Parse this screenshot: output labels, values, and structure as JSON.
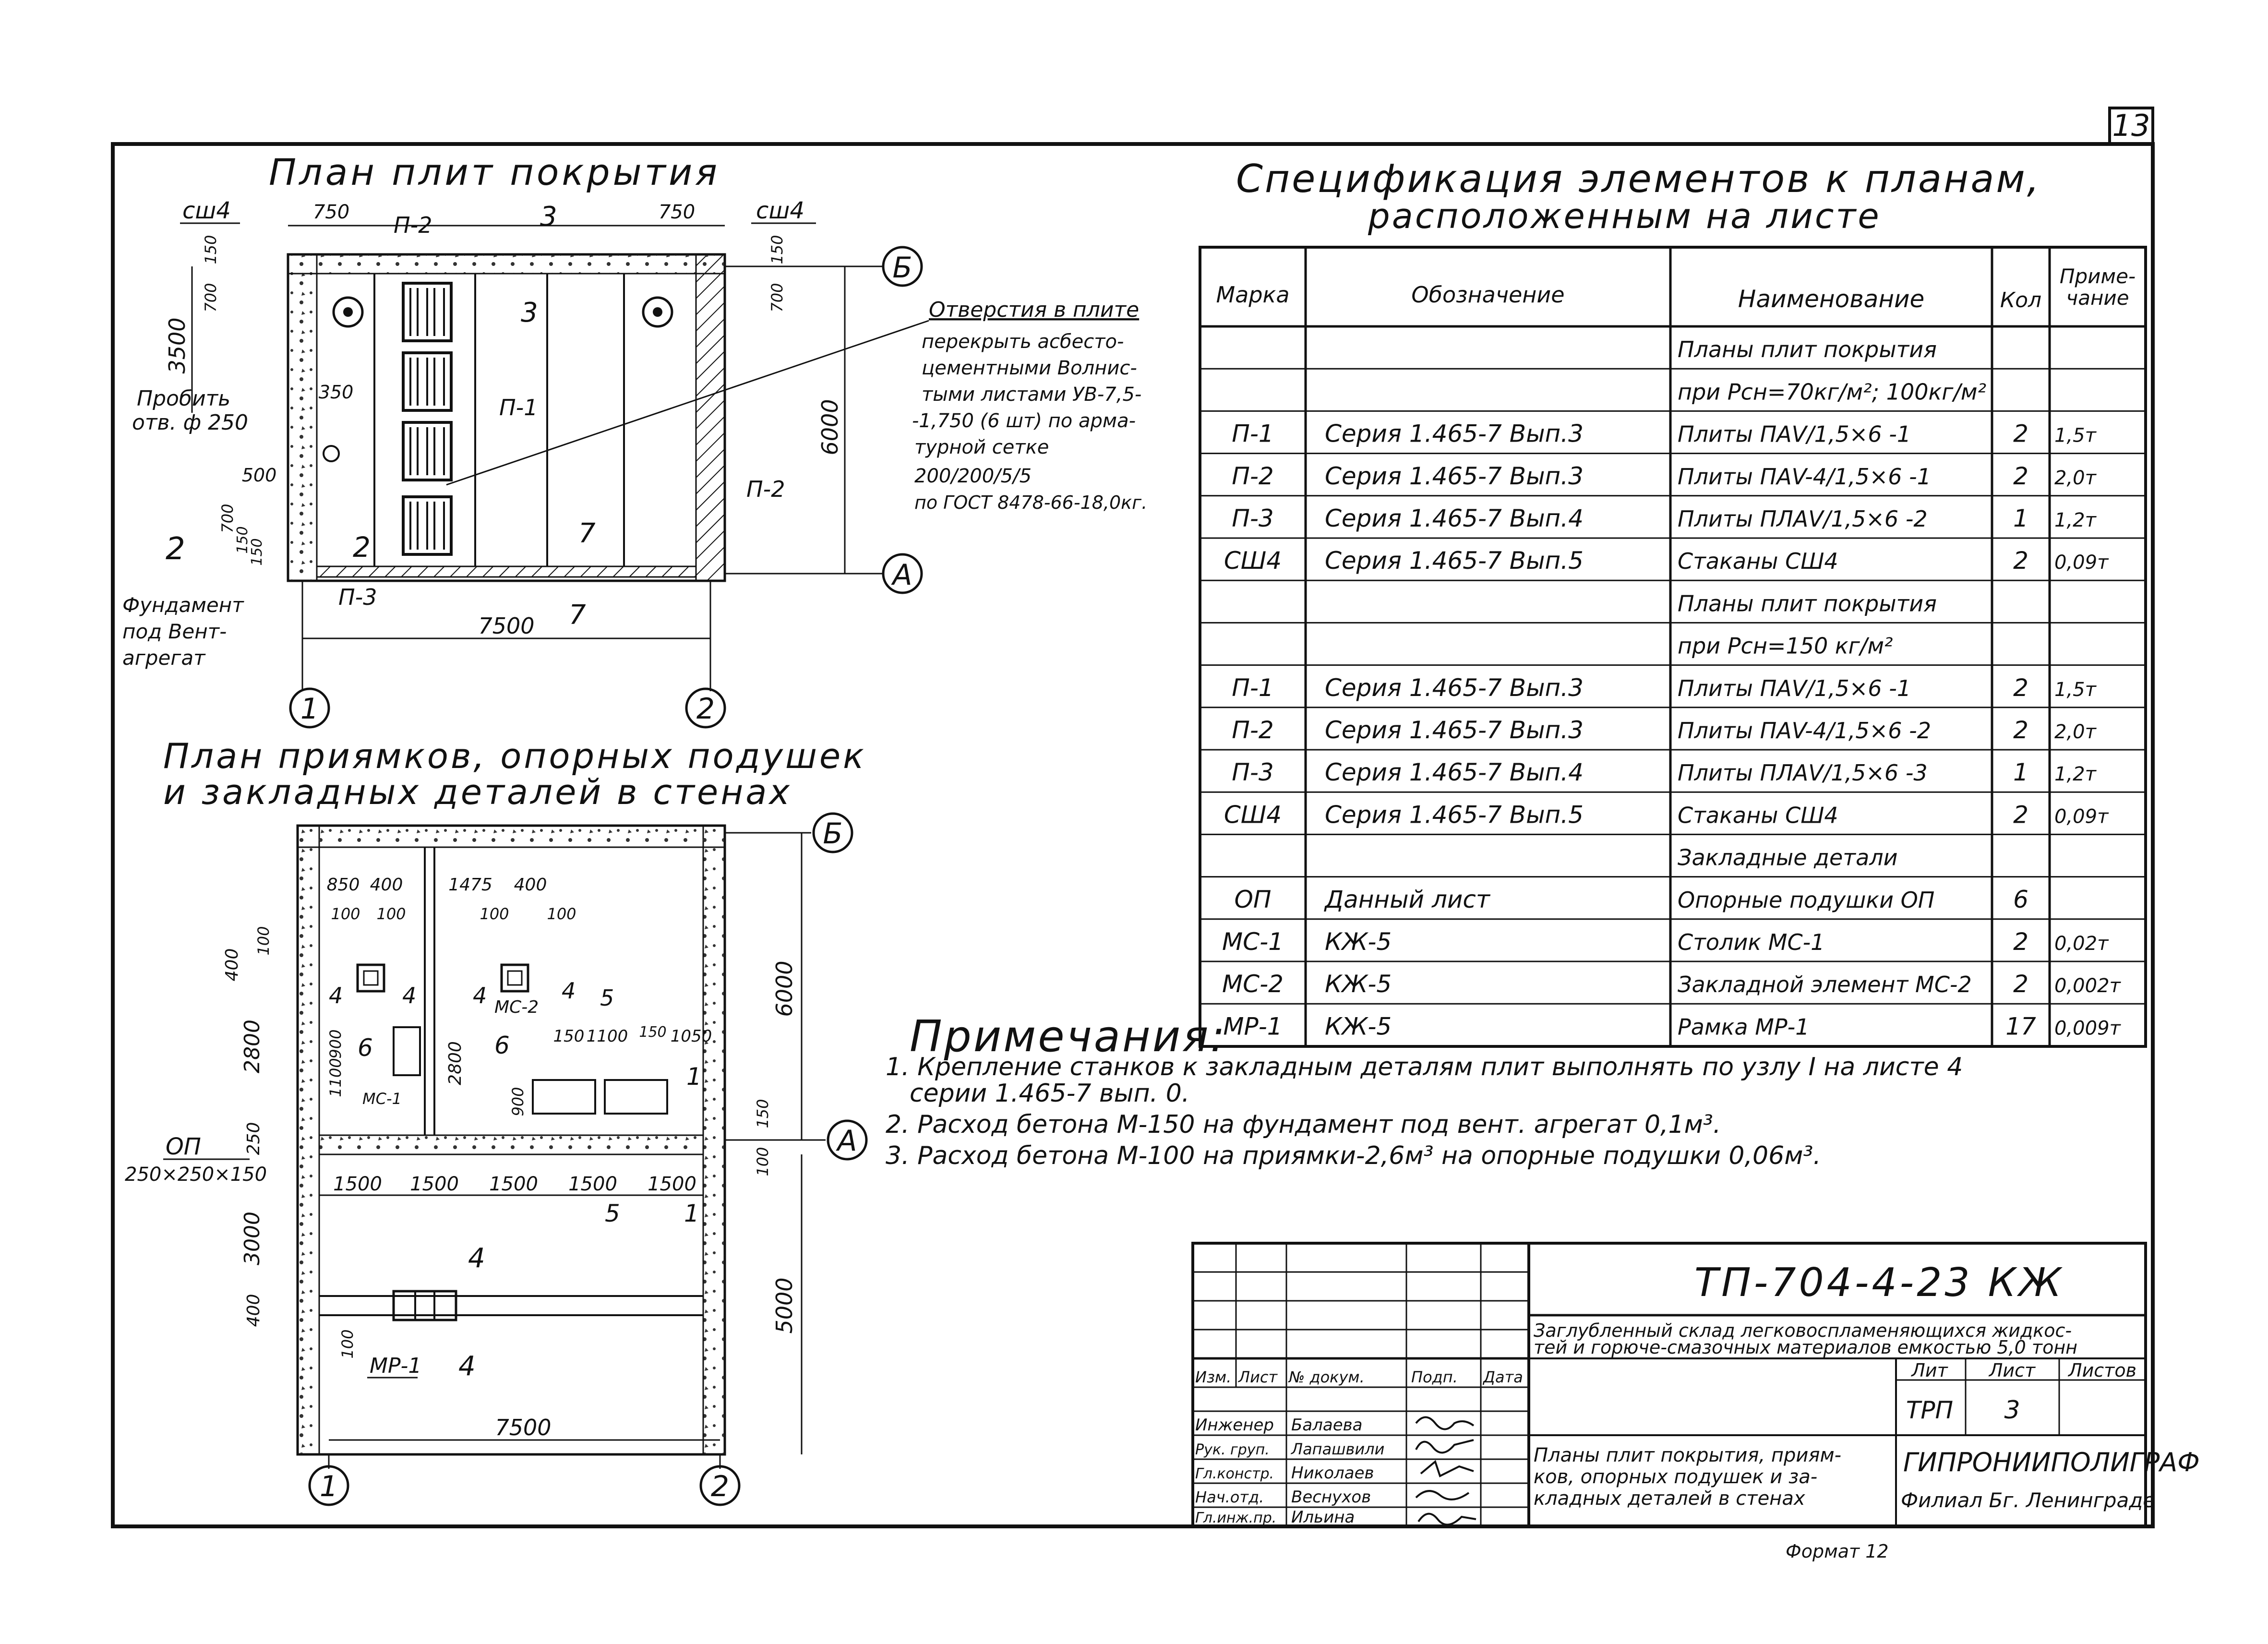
{
  "sheet_number": "13",
  "plan1": {
    "title": "План плит покрытия",
    "axis_labels": {
      "b": "Б",
      "a": "А",
      "one": "1",
      "two": "2"
    },
    "dims": {
      "width": "7500",
      "height": "6000",
      "left": "3500",
      "d750a": "750",
      "d750b": "750",
      "d150a": "150",
      "d150b": "150",
      "d700a": "700",
      "d700b": "700",
      "d350": "350",
      "d500": "500",
      "d700c": "700",
      "d150c": "150",
      "d150d": "150"
    },
    "labels": {
      "csh4_left": "сш4",
      "csh4_right": "сш4",
      "p2_top": "П-2",
      "p1": "П-1",
      "p2_right": "П-2",
      "p3": "П-3",
      "cut3": "3",
      "cut7": "7",
      "cut2": "2"
    },
    "hole_note": {
      "title": "Отверстия в плите",
      "lines": [
        "перекрыть асбесто-",
        "цементными Волнис-",
        "тыми листами УВ-7,5-",
        "-1,750 (6 шт) по арма-",
        "турной сетке",
        "200/200/5/5",
        "по ГОСТ 8478-66-18,0кг."
      ]
    },
    "probit": [
      "Пробить",
      "отв. ф 250"
    ],
    "foundation": [
      "Фундамент",
      "под Вент-",
      "агрегат"
    ]
  },
  "plan2": {
    "title_lines": [
      "План приямков, опорных подушек",
      "и закладных деталей в стенах"
    ],
    "dims": {
      "width": "7500",
      "d6000": "6000",
      "d5000": "5000",
      "d2800": "2800",
      "d3000": "3000",
      "d250": "250",
      "d400": "400",
      "d100": "100",
      "d850": "850",
      "d400a": "400",
      "d1475": "1475",
      "d400b": "400",
      "d1100": "1100",
      "d900": "900",
      "d150": "150",
      "d1050": "1050",
      "seg": [
        "1500",
        "1500",
        "1500",
        "1500",
        "1500"
      ]
    },
    "labels": {
      "op": "ОП",
      "op_size": "250×250×150",
      "mc1": "МС-1",
      "mc2": "МС-2",
      "mp1": "МР-1",
      "c4": "4",
      "c5": "5",
      "c6": "6",
      "c1": "1"
    }
  },
  "spec": {
    "title_lines": [
      "Спецификация элементов к планам,",
      "расположенным на листе"
    ],
    "headers": [
      "Марка",
      "Обозначение",
      "Наименование",
      "Кол",
      "Приме-",
      "чание"
    ],
    "rows": [
      {
        "mark": "",
        "designation": "",
        "name": "Планы плит покрытия",
        "qty": "",
        "note": ""
      },
      {
        "mark": "",
        "designation": "",
        "name": "при Рсн=70кг/м²; 100кг/м²",
        "qty": "",
        "note": ""
      },
      {
        "mark": "П-1",
        "designation": "Серия 1.465-7 Вып.3",
        "name": "Плиты ПАV/1,5×6 -1",
        "qty": "2",
        "note": "1,5т"
      },
      {
        "mark": "П-2",
        "designation": "Серия 1.465-7 Вып.3",
        "name": "Плиты ПАV-4/1,5×6 -1",
        "qty": "2",
        "note": "2,0т"
      },
      {
        "mark": "П-3",
        "designation": "Серия 1.465-7 Вып.4",
        "name": "Плиты ПЛАV/1,5×6 -2",
        "qty": "1",
        "note": "1,2т"
      },
      {
        "mark": "СШ4",
        "designation": "Серия 1.465-7 Вып.5",
        "name": "Стаканы СШ4",
        "qty": "2",
        "note": "0,09т"
      },
      {
        "mark": "",
        "designation": "",
        "name": "Планы плит покрытия",
        "qty": "",
        "note": ""
      },
      {
        "mark": "",
        "designation": "",
        "name": "при Рсн=150 кг/м²",
        "qty": "",
        "note": ""
      },
      {
        "mark": "П-1",
        "designation": "Серия 1.465-7 Вып.3",
        "name": "Плиты ПАV/1,5×6 -1",
        "qty": "2",
        "note": "1,5т"
      },
      {
        "mark": "П-2",
        "designation": "Серия 1.465-7 Вып.3",
        "name": "Плиты ПАV-4/1,5×6 -2",
        "qty": "2",
        "note": "2,0т"
      },
      {
        "mark": "П-3",
        "designation": "Серия 1.465-7 Вып.4",
        "name": "Плиты ПЛАV/1,5×6 -3",
        "qty": "1",
        "note": "1,2т"
      },
      {
        "mark": "СШ4",
        "designation": "Серия 1.465-7 Вып.5",
        "name": "Стаканы СШ4",
        "qty": "2",
        "note": "0,09т"
      },
      {
        "mark": "",
        "designation": "",
        "name": "Закладные детали",
        "qty": "",
        "note": ""
      },
      {
        "mark": "ОП",
        "designation": "Данный лист",
        "name": "Опорные подушки ОП",
        "qty": "6",
        "note": ""
      },
      {
        "mark": "МС-1",
        "designation": "КЖ-5",
        "name": "Столик МС-1",
        "qty": "2",
        "note": "0,02т"
      },
      {
        "mark": "МС-2",
        "designation": "КЖ-5",
        "name": "Закладной элемент МС-2",
        "qty": "2",
        "note": "0,002т"
      },
      {
        "mark": "МР-1",
        "designation": "КЖ-5",
        "name": "Рамка МР-1",
        "qty": "17",
        "note": "0,009т"
      }
    ]
  },
  "notes": {
    "title": "Примечания:",
    "lines": [
      "1. Крепление станков к закладным деталям плит выполнять по узлу I на листе 4",
      "серии 1.465-7 вып. 0.",
      "2. Расход бетона М-150 на фундамент под вент. агрегат 0,1м³.",
      "3. Расход бетона М-100 на приямки-2,6м³ на опорные подушки 0,06м³."
    ]
  },
  "stamp": {
    "code": "ТП-704-4-23   КЖ",
    "description": [
      "Заглубленный склад легковоспламеняющихся жидкос-",
      "тей и горюче-смазочных материалов емкостью 5,0 тонн"
    ],
    "cols": [
      "Изм.",
      "Лист",
      "№ докум.",
      "Подп.",
      "Дата"
    ],
    "people": [
      {
        "role": "Инженер",
        "name": "Балаева"
      },
      {
        "role": "Рук. груп.",
        "name": "Лапашвили"
      },
      {
        "role": "Гл.констр.",
        "name": "Николаев"
      },
      {
        "role": "Нач.отд.",
        "name": "Веснухов"
      },
      {
        "role": "Гл.инж.пр.",
        "name": "Ильина"
      }
    ],
    "sheet_title": [
      "Планы плит покрытия, приям-",
      "ков, опорных подушек и за-",
      "кладных деталей в стенах"
    ],
    "lit_head": "Лит",
    "sheet_head": "Лист",
    "sheets_head": "Листов",
    "lit": "ТРП",
    "sheet": "3",
    "org": "ГИПРОНИИПОЛИГРАФ",
    "branch": "Филиал Бг. Ленинграде",
    "format": "Формат 12"
  }
}
